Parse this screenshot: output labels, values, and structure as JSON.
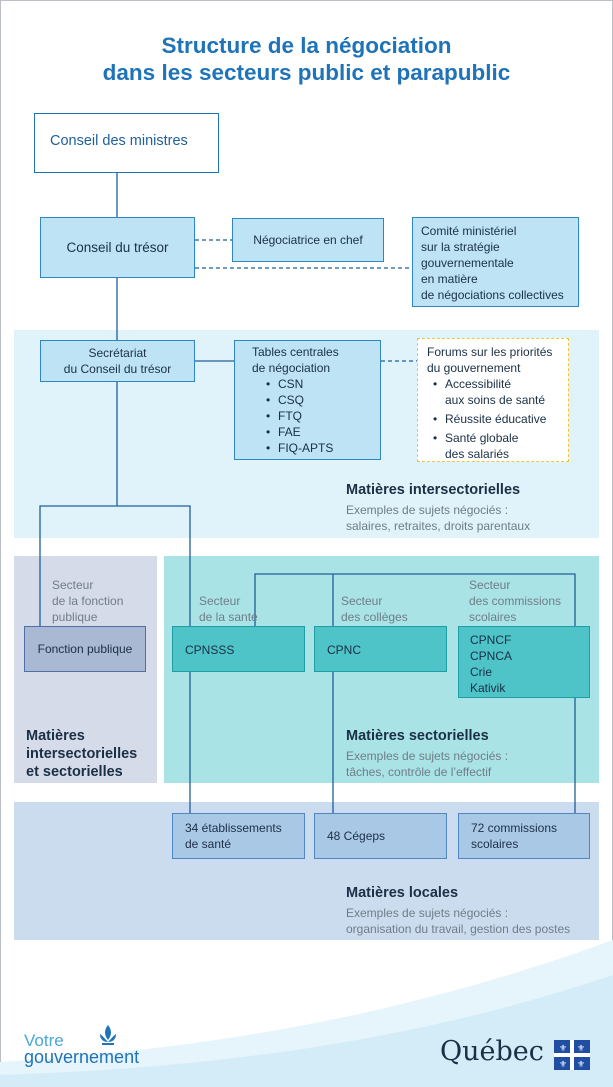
{
  "title": {
    "line1": "Structure de la négociation",
    "line2": "dans les secteurs public et parapublic"
  },
  "boxes": {
    "conseil_ministres": "Conseil des ministres",
    "conseil_tresor": "Conseil du trésor",
    "negociatrice": "Négociatrice en chef",
    "comite": [
      "Comité ministériel",
      "sur la stratégie",
      "gouvernementale",
      "en matière",
      "de négociations collectives"
    ],
    "secretariat": [
      "Secrétariat",
      "du Conseil du trésor"
    ],
    "tables": {
      "title": [
        "Tables centrales",
        "de négociation"
      ],
      "items": [
        "CSN",
        "CSQ",
        "FTQ",
        "FAE",
        "FIQ-APTS"
      ]
    },
    "forums": {
      "title": [
        "Forums sur les priorités",
        "du gouvernement"
      ],
      "items": [
        [
          "Accessibilité",
          "aux soins de santé"
        ],
        [
          "Réussite éducative"
        ],
        [
          "Santé globale",
          "des salariés"
        ]
      ]
    },
    "fonction_publique": "Fonction publique",
    "cpnsss": "CPNSSS",
    "cpnc": "CPNC",
    "commissions": [
      "CPNCF",
      "CPNCA",
      "Crie",
      "Kativik"
    ],
    "etablissements": [
      "34 établissements",
      "de santé"
    ],
    "cegeps": "48 Cégeps",
    "commissions_scolaires": [
      "72 commissions",
      "scolaires"
    ]
  },
  "sectors": {
    "fonction": [
      "Secteur",
      "de la fonction",
      "publique"
    ],
    "sante": [
      "Secteur",
      "de la santé"
    ],
    "colleges": [
      "Secteur",
      "des collèges"
    ],
    "commissions": [
      "Secteur",
      "des commissions",
      "scolaires"
    ]
  },
  "matieres": {
    "inter": {
      "title": "Matières intersectorielles",
      "sub": [
        "Exemples de sujets négociés :",
        "salaires, retraites, droits parentaux"
      ]
    },
    "inter_sect": {
      "title": [
        "Matières",
        "intersectorielles",
        "et sectorielles"
      ]
    },
    "sectorielles": {
      "title": "Matières sectorielles",
      "sub": [
        "Exemples de sujets négociés :",
        "tâches, contrôle de l’effectif"
      ]
    },
    "locales": {
      "title": "Matières locales",
      "sub": [
        "Exemples de sujets négociés :",
        "organisation du travail, gestion des postes"
      ]
    }
  },
  "footer": {
    "left_line1": "Votre",
    "left_line2": "gouvernement",
    "right": "Québec"
  },
  "colors": {
    "title": "#1f73b8",
    "band_inter": "#e0f2fa",
    "band_fp": "#d6dbe9",
    "band_sect": "#a9e3e6",
    "band_local": "#ccdcef",
    "box_blue": "#bde3f4",
    "box_teal": "#4ec3c8",
    "box_grey": "#a9b8d3",
    "dash": "#f3c43a"
  }
}
